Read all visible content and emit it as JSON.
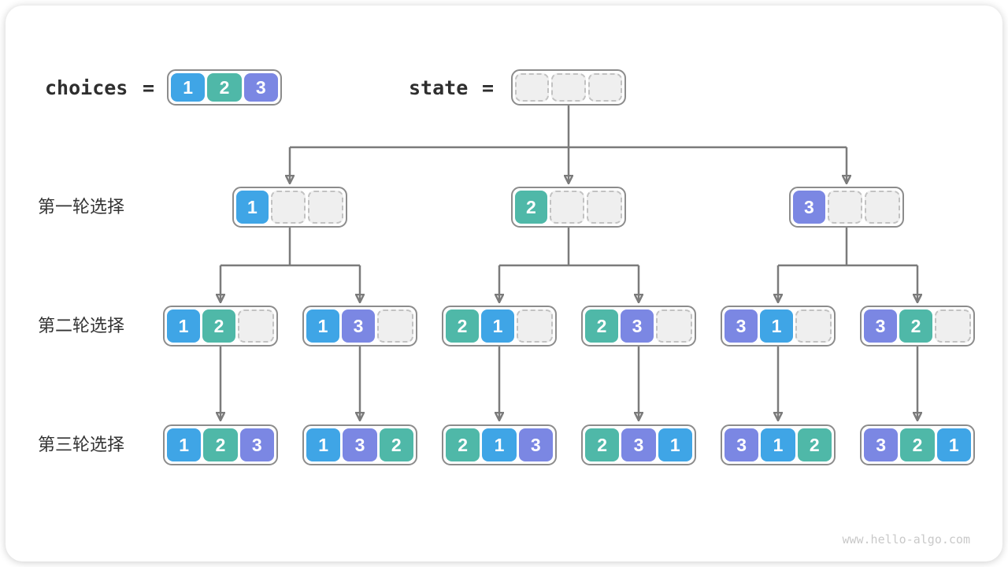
{
  "header": {
    "choices_label": "choices",
    "choices_equals": "=",
    "choices_cells": [
      "1",
      "2",
      "3"
    ],
    "state_label": "state",
    "state_equals": "=",
    "state_cells": [
      null,
      null,
      null
    ]
  },
  "rows": [
    {
      "label": "第一轮选择",
      "nodes": [
        [
          "1",
          null,
          null
        ],
        [
          "2",
          null,
          null
        ],
        [
          "3",
          null,
          null
        ]
      ]
    },
    {
      "label": "第二轮选择",
      "nodes": [
        [
          "1",
          "2",
          null
        ],
        [
          "1",
          "3",
          null
        ],
        [
          "2",
          "1",
          null
        ],
        [
          "2",
          "3",
          null
        ],
        [
          "3",
          "1",
          null
        ],
        [
          "3",
          "2",
          null
        ]
      ]
    },
    {
      "label": "第三轮选择",
      "nodes": [
        [
          "1",
          "2",
          "3"
        ],
        [
          "1",
          "3",
          "2"
        ],
        [
          "2",
          "1",
          "3"
        ],
        [
          "2",
          "3",
          "1"
        ],
        [
          "3",
          "1",
          "2"
        ],
        [
          "3",
          "2",
          "1"
        ]
      ]
    }
  ],
  "colors": {
    "1": "#3fa5e6",
    "2": "#4fb8a8",
    "3": "#7b87e3",
    "line": "#7b7b7b"
  },
  "watermark": "www.hello-algo.com"
}
